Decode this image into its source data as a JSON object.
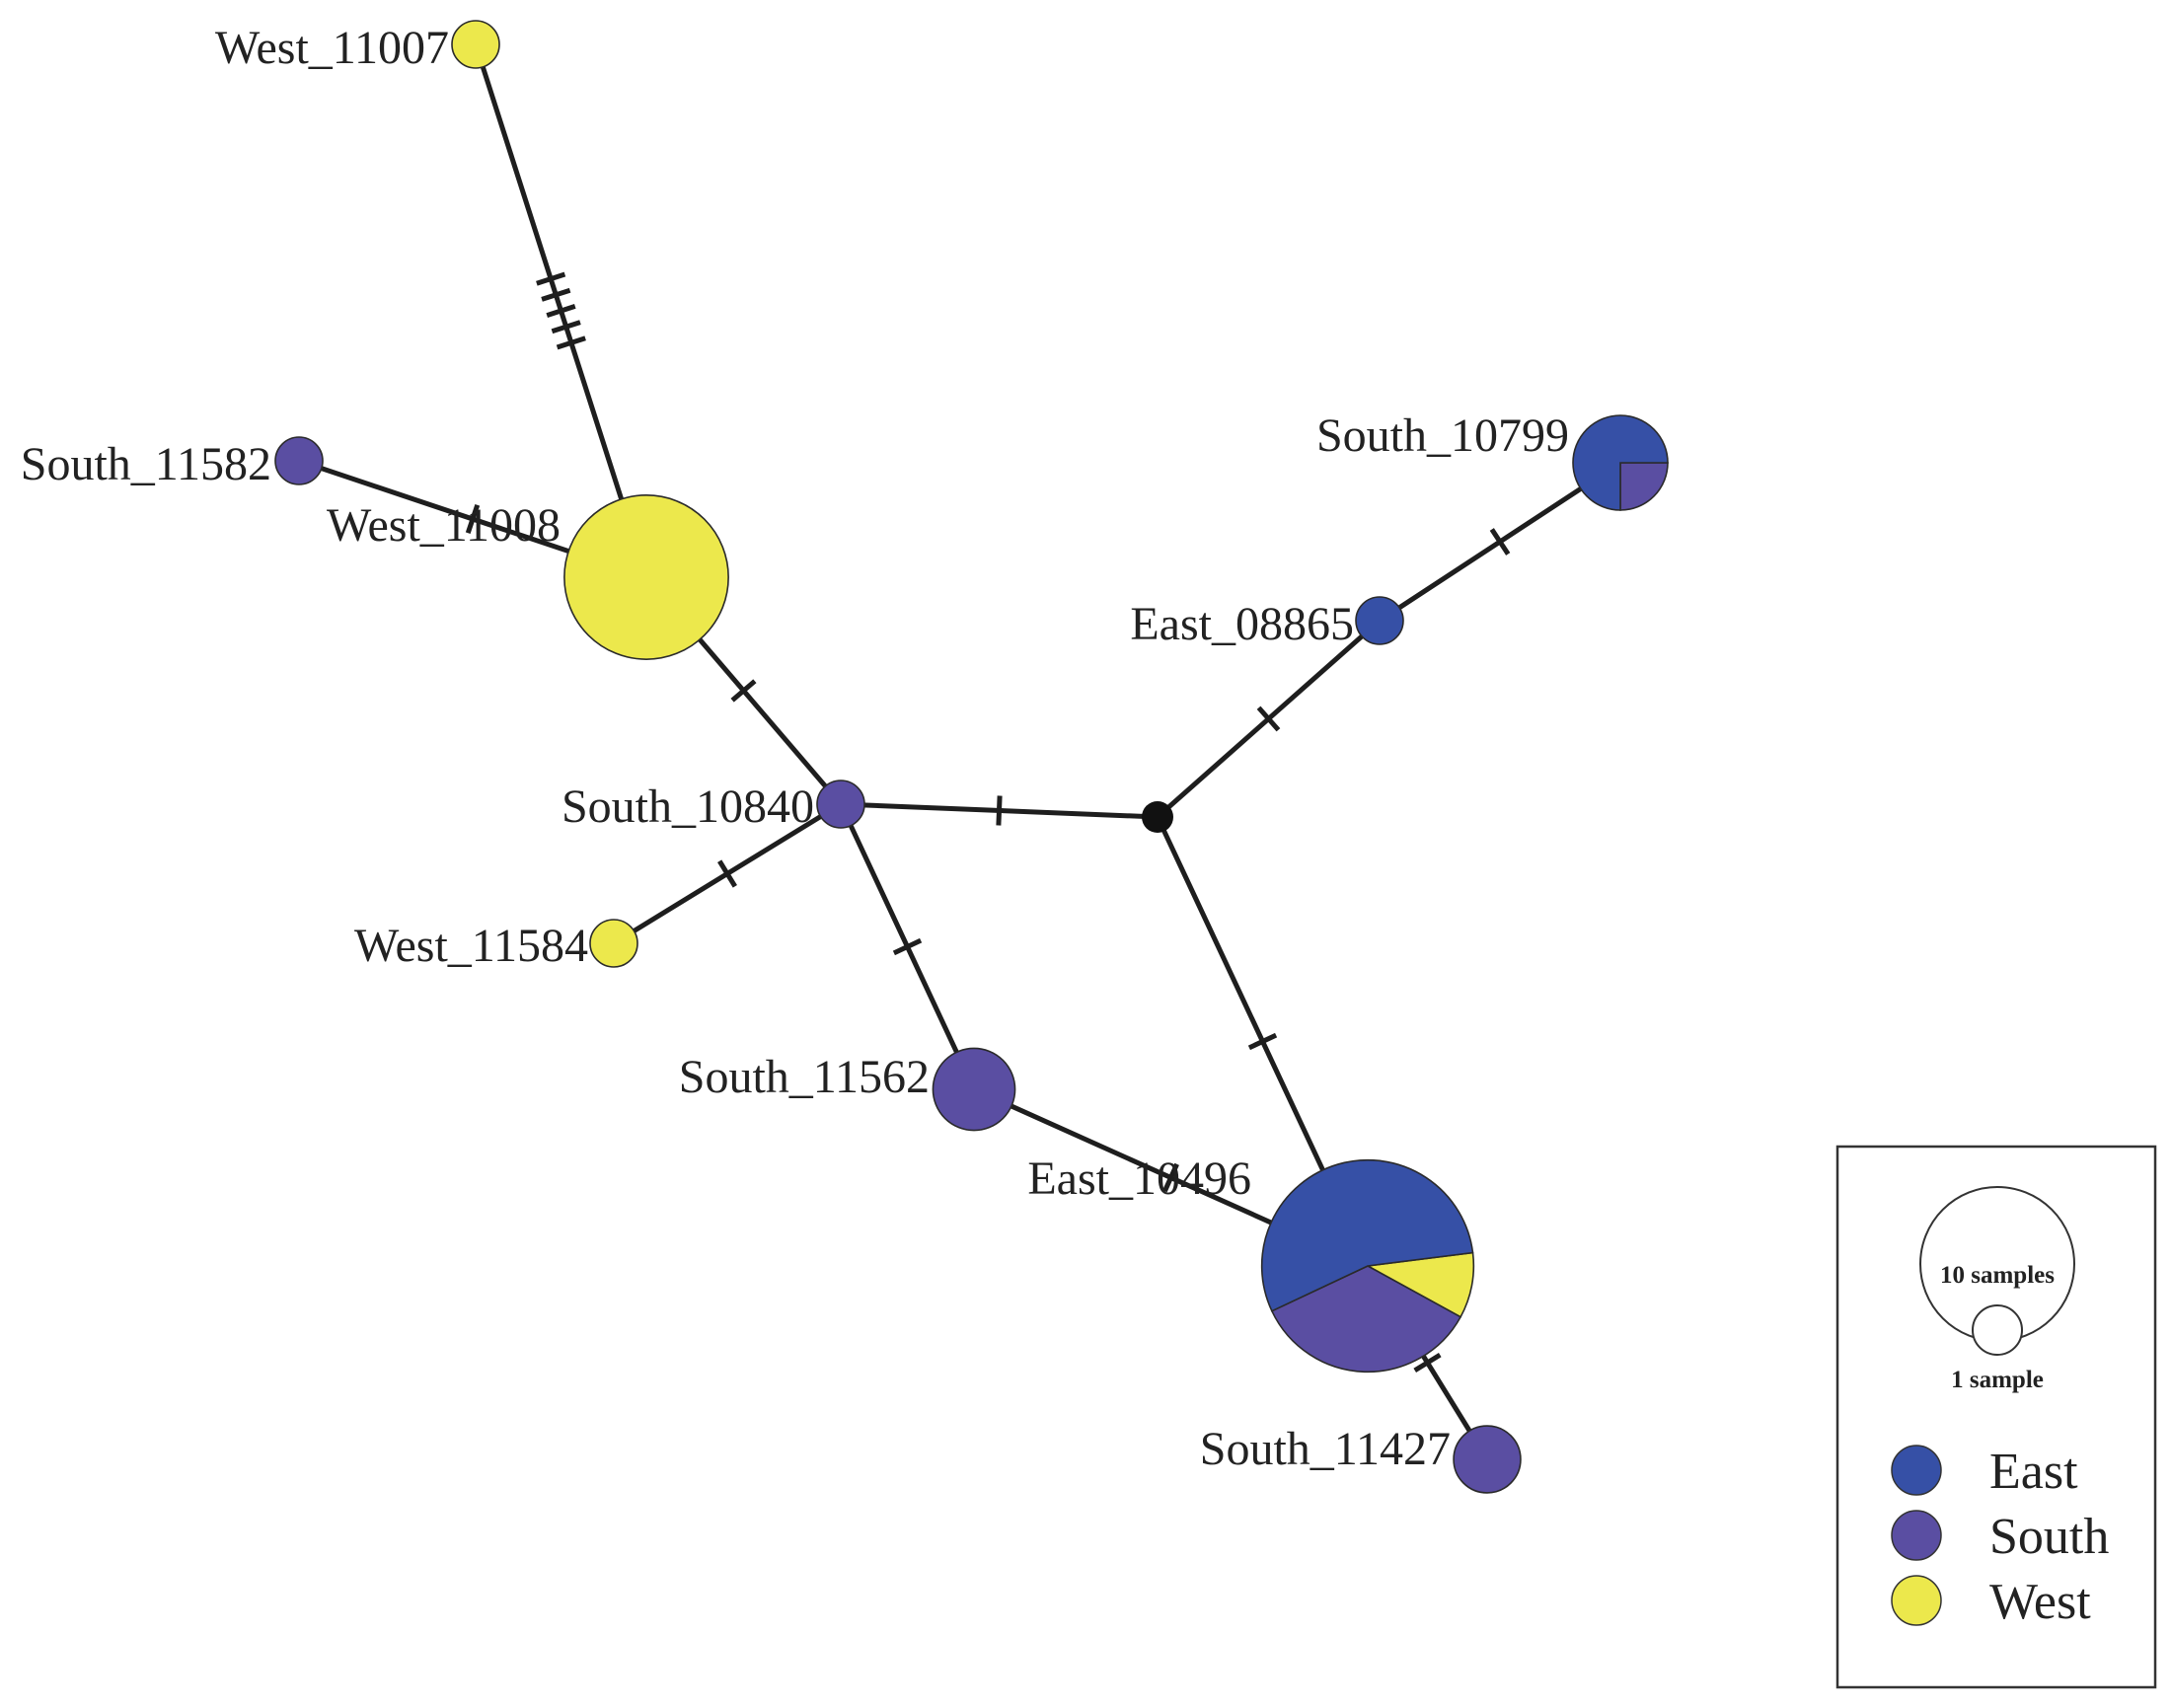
{
  "colors": {
    "East": "#3650a6",
    "South": "#5a4ea2",
    "West": "#ece84c",
    "median": "#111111"
  },
  "nodes": [
    {
      "id": "West_11007",
      "label": "West_11007",
      "samples": 1,
      "composition": {
        "West": 1
      }
    },
    {
      "id": "West_11008",
      "label": "West_11008",
      "samples": 12,
      "composition": {
        "West": 12
      }
    },
    {
      "id": "South_11582",
      "label": "South_11582",
      "samples": 1,
      "composition": {
        "South": 1
      }
    },
    {
      "id": "South_10840",
      "label": "South_10840",
      "samples": 1,
      "composition": {
        "South": 1
      }
    },
    {
      "id": "West_11584",
      "label": "West_11584",
      "samples": 1,
      "composition": {
        "West": 1
      }
    },
    {
      "id": "South_11562",
      "label": "South_11562",
      "samples": 3,
      "composition": {
        "South": 3
      }
    },
    {
      "id": "East_10496",
      "label": "East_10496",
      "samples": 20,
      "composition": {
        "East": 11,
        "South": 7,
        "West": 2
      }
    },
    {
      "id": "South_11427",
      "label": "South_11427",
      "samples": 2,
      "composition": {
        "South": 2
      }
    },
    {
      "id": "East_08865",
      "label": "East_08865",
      "samples": 1,
      "composition": {
        "East": 1
      }
    },
    {
      "id": "South_10799",
      "label": "South_10799",
      "samples": 4,
      "composition": {
        "East": 3,
        "South": 1
      }
    },
    {
      "id": "median_1",
      "label": "",
      "samples": 0,
      "composition": {}
    }
  ],
  "edges": [
    {
      "from": "West_11007",
      "to": "West_11008",
      "mutations": 5
    },
    {
      "from": "South_11582",
      "to": "West_11008",
      "mutations": 1
    },
    {
      "from": "West_11008",
      "to": "South_10840",
      "mutations": 1
    },
    {
      "from": "South_10840",
      "to": "median_1",
      "mutations": 1
    },
    {
      "from": "South_10840",
      "to": "West_11584",
      "mutations": 1
    },
    {
      "from": "South_10840",
      "to": "South_11562",
      "mutations": 1
    },
    {
      "from": "South_11562",
      "to": "East_10496",
      "mutations": 1
    },
    {
      "from": "median_1",
      "to": "East_10496",
      "mutations": 1
    },
    {
      "from": "median_1",
      "to": "East_08865",
      "mutations": 1
    },
    {
      "from": "East_08865",
      "to": "South_10799",
      "mutations": 1
    },
    {
      "from": "East_10496",
      "to": "South_11427",
      "mutations": 1
    }
  ],
  "legend": {
    "size_large": "10 samples",
    "size_small": "1 sample",
    "items": [
      {
        "name": "East",
        "label": "East"
      },
      {
        "name": "South",
        "label": "South"
      },
      {
        "name": "West",
        "label": "West"
      }
    ]
  }
}
